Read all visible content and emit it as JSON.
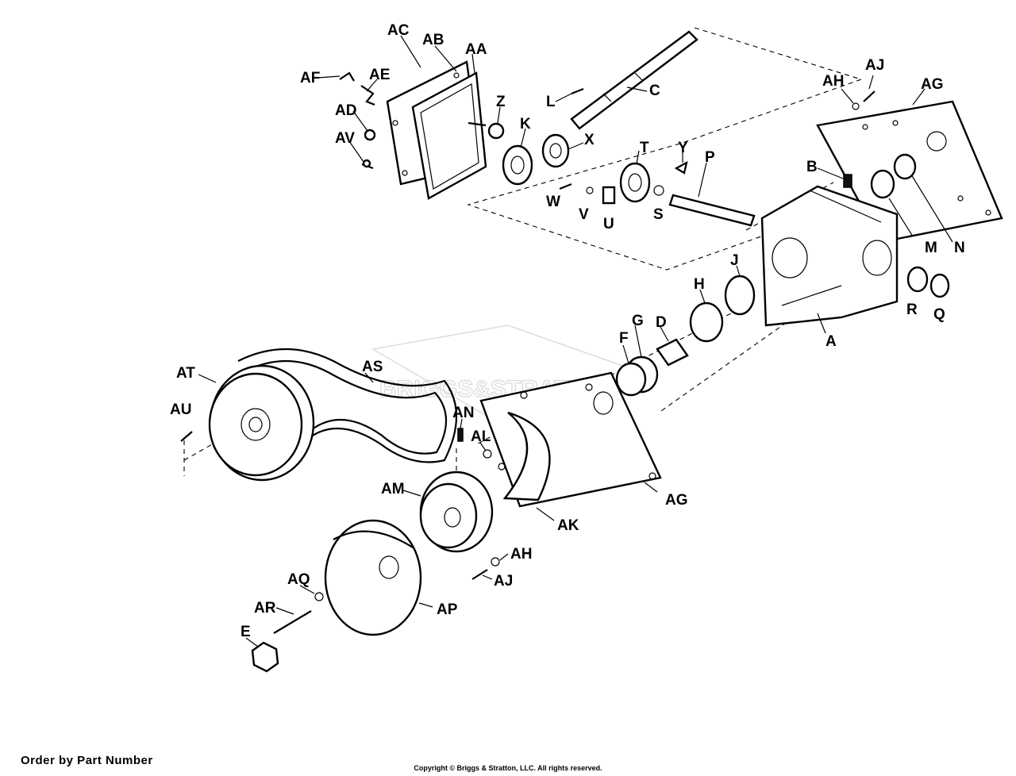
{
  "footer": {
    "order_note": "Order by Part Number",
    "copyright": "Copyright © Briggs & Stratton, LLC. All rights reserved."
  },
  "watermark": "BRIGGS&STRATTON",
  "labels": {
    "AC": "AC",
    "AB": "AB",
    "AA": "AA",
    "AF": "AF",
    "AE": "AE",
    "AD": "AD",
    "AV": "AV",
    "Z": "Z",
    "K": "K",
    "X": "X",
    "L": "L",
    "C": "C",
    "AH_top": "AH",
    "AJ_top": "AJ",
    "AG_top": "AG",
    "T": "T",
    "Y": "Y",
    "P": "P",
    "B": "B",
    "W": "W",
    "V": "V",
    "U": "U",
    "S": "S",
    "M": "M",
    "N": "N",
    "J": "J",
    "H": "H",
    "R": "R",
    "Q": "Q",
    "A": "A",
    "D": "D",
    "G": "G",
    "F": "F",
    "AT": "AT",
    "AS": "AS",
    "AU": "AU",
    "AN": "AN",
    "AL": "AL",
    "AM": "AM",
    "AG_bottom": "AG",
    "AK": "AK",
    "AH_bottom": "AH",
    "AJ_bottom": "AJ",
    "AQ": "AQ",
    "AR": "AR",
    "AP": "AP",
    "E": "E"
  }
}
